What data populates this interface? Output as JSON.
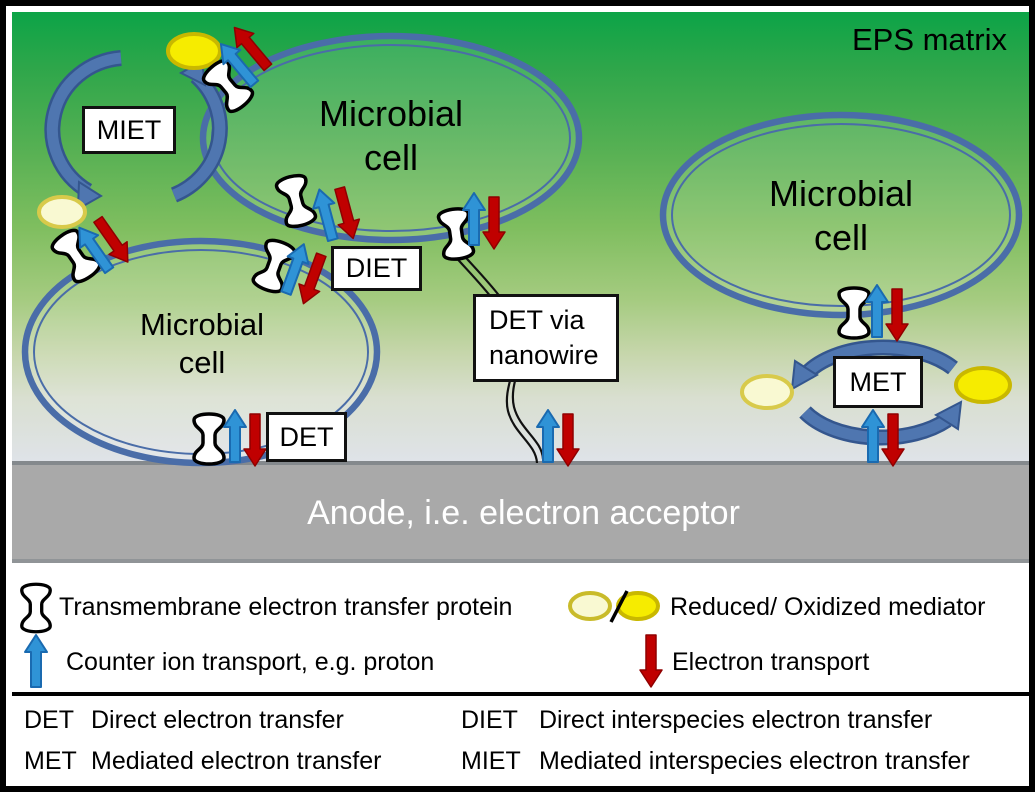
{
  "eps_label": "EPS matrix",
  "cells": {
    "upper": "Microbial\ncell",
    "lower_left": "Microbial\ncell",
    "right": "Microbial\ncell"
  },
  "labels": {
    "miet": "MIET",
    "diet": "DIET",
    "det": "DET",
    "met": "MET",
    "det_nanowire": "DET via\nnanowire"
  },
  "anode_label": "Anode, i.e. electron acceptor",
  "legend": {
    "transmembrane": "Transmembrane electron transfer protein",
    "counter_ion": "Counter ion transport, e.g. proton",
    "mediator": "Reduced/ Oxidized mediator",
    "electron": "Electron transport"
  },
  "abbreviations": [
    {
      "abbr": "DET",
      "definition": "Direct electron transfer"
    },
    {
      "abbr": "DIET",
      "definition": "Direct interspecies electron transfer"
    },
    {
      "abbr": "MET",
      "definition": "Mediated electron transfer"
    },
    {
      "abbr": "MIET",
      "definition": "Mediated interspecies electron transfer"
    }
  ],
  "colors": {
    "membrane": "#4a6da8",
    "cycle_arrow": "#4f76b0",
    "counter_ion_arrow": "#2f93d6",
    "electron_arrow": "#c00000",
    "oxidized_mediator": "#f6ec00",
    "reduced_mediator": "#f9f9d2",
    "anode": "#a9a9a9"
  }
}
